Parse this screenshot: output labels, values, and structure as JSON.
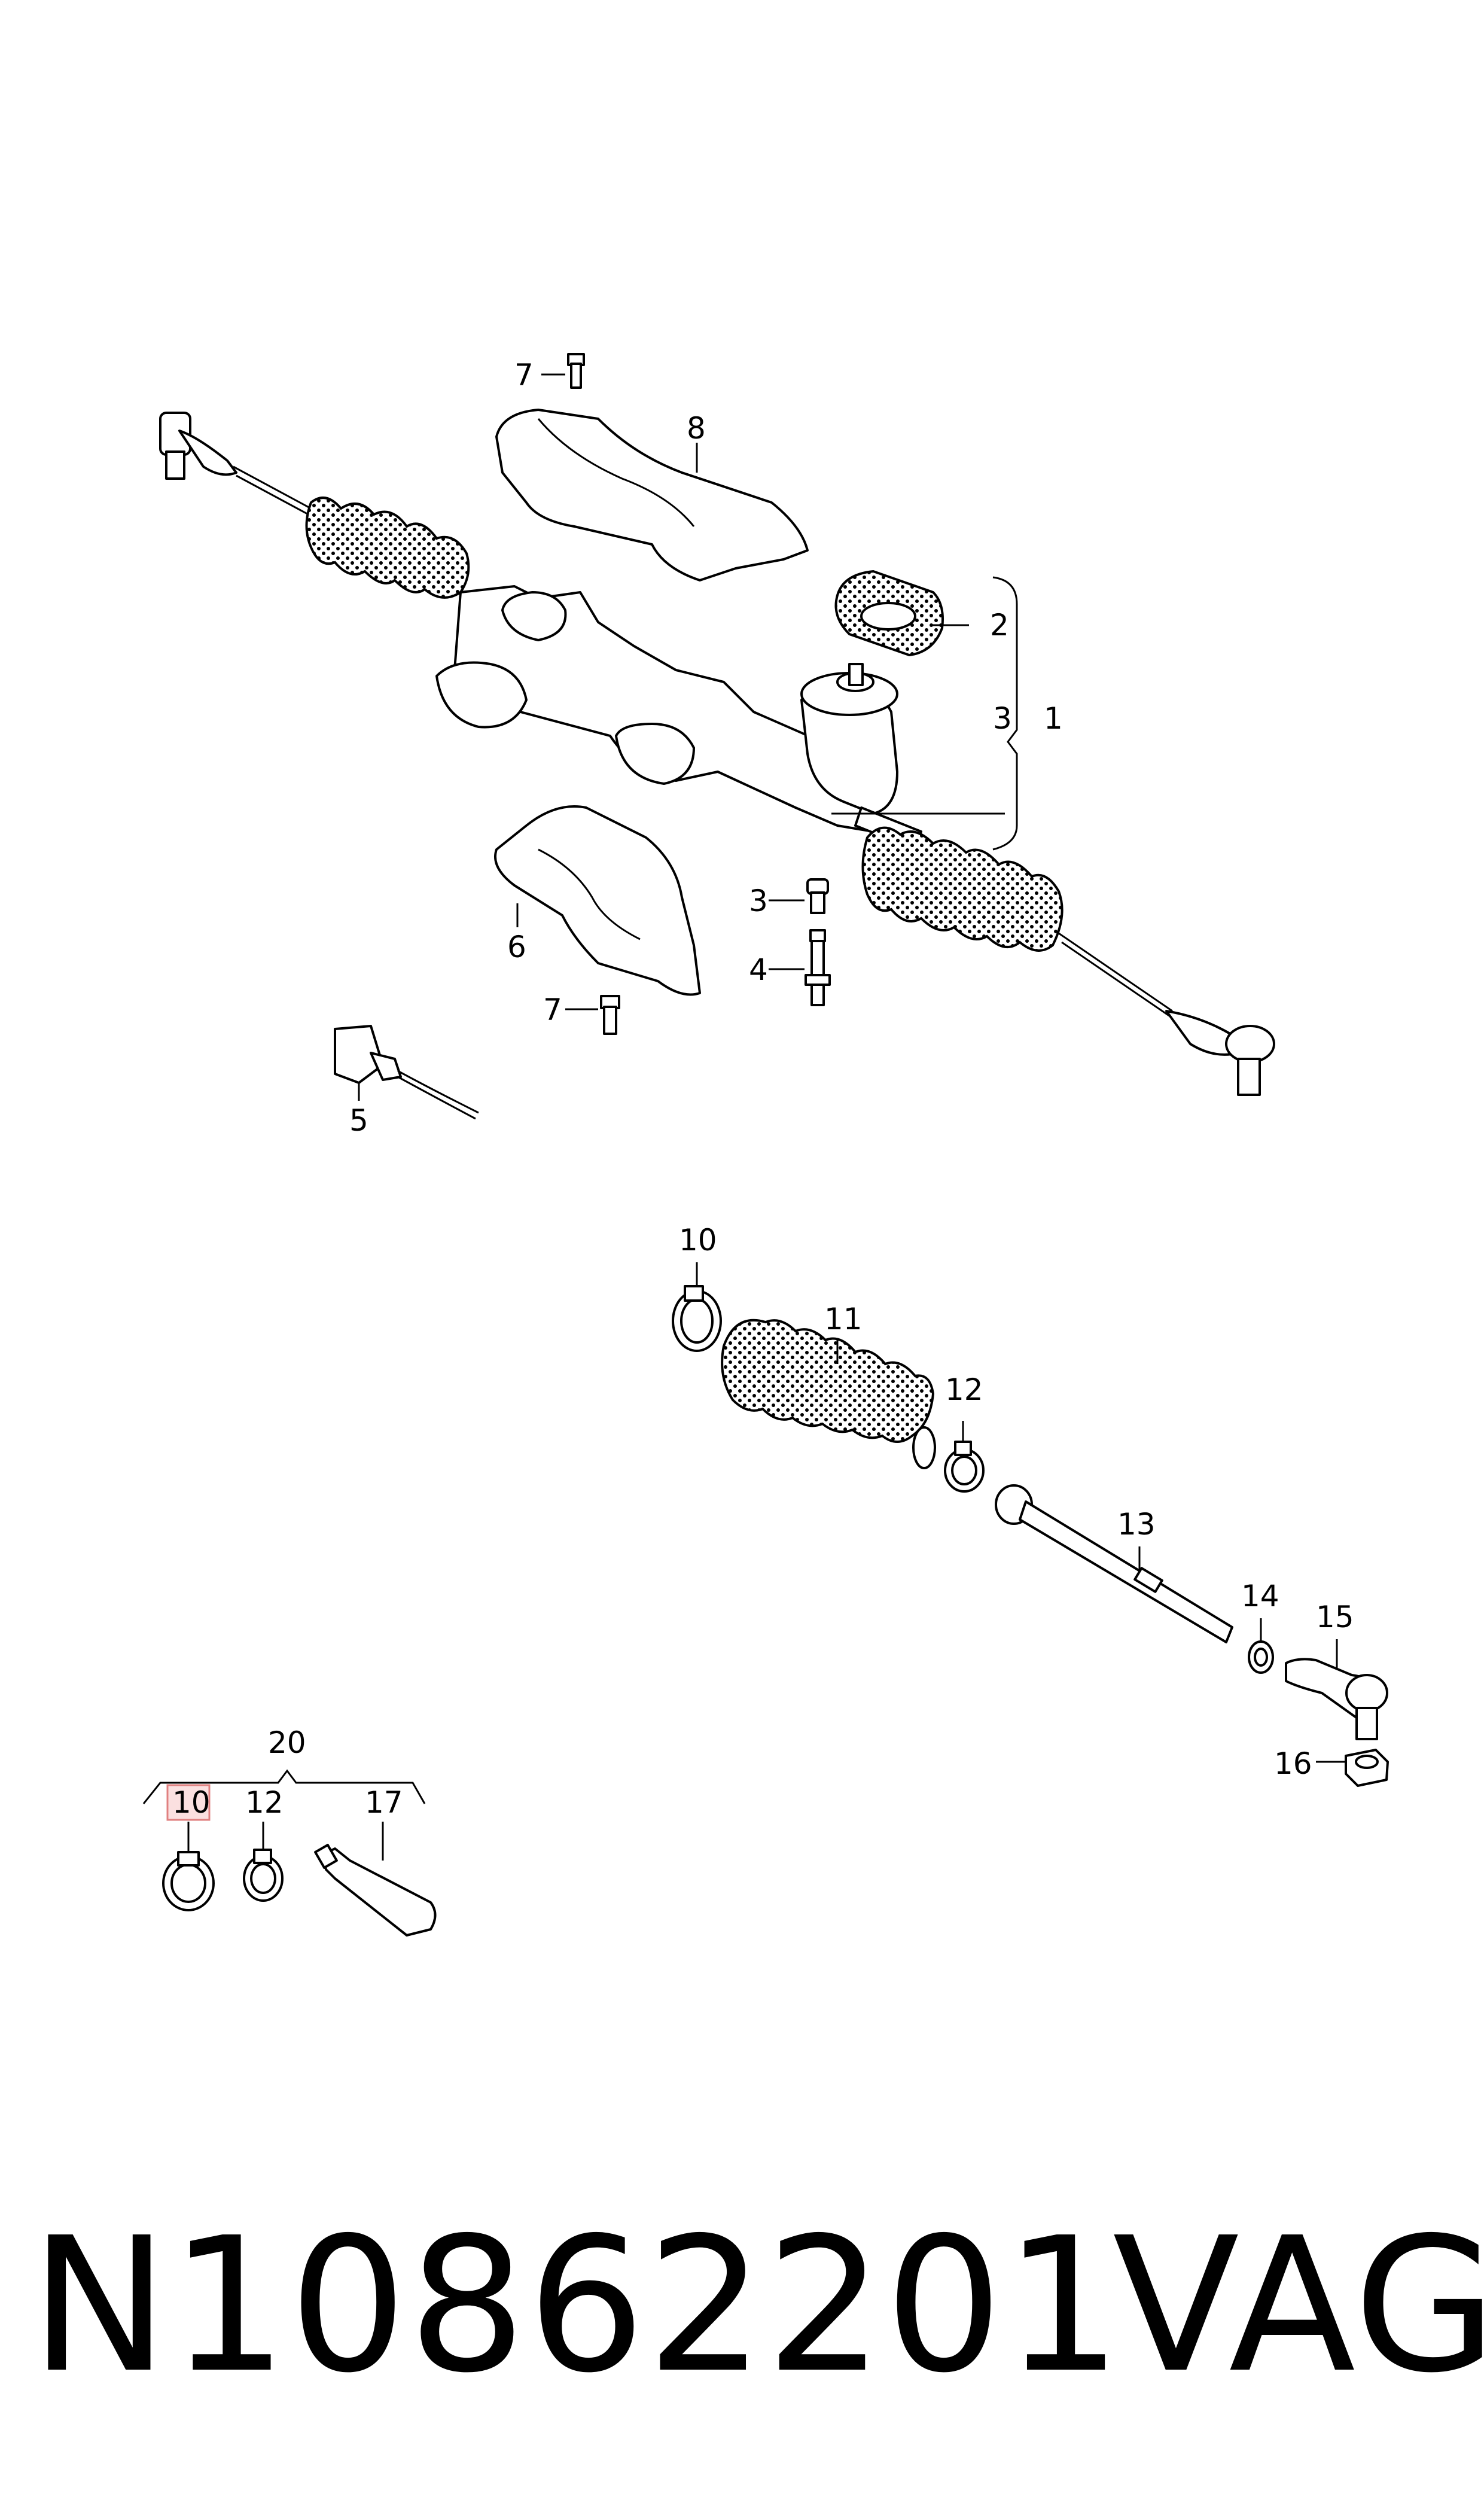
{
  "callouts": {
    "c1": "1",
    "c2": "2",
    "c3a": "3",
    "c3b": "3",
    "c4": "4",
    "c5": "5",
    "c6": "6",
    "c7a": "7",
    "c7b": "7",
    "c8": "8",
    "c10a": "10",
    "c10b": "10",
    "c11": "11",
    "c12a": "12",
    "c12b": "12",
    "c13": "13",
    "c14": "14",
    "c15": "15",
    "c16": "16",
    "c17": "17",
    "c20": "20"
  },
  "highlight": {
    "color": "#f0a0a0"
  },
  "footer": {
    "part_number": "N10862201",
    "brand": "VAG"
  }
}
